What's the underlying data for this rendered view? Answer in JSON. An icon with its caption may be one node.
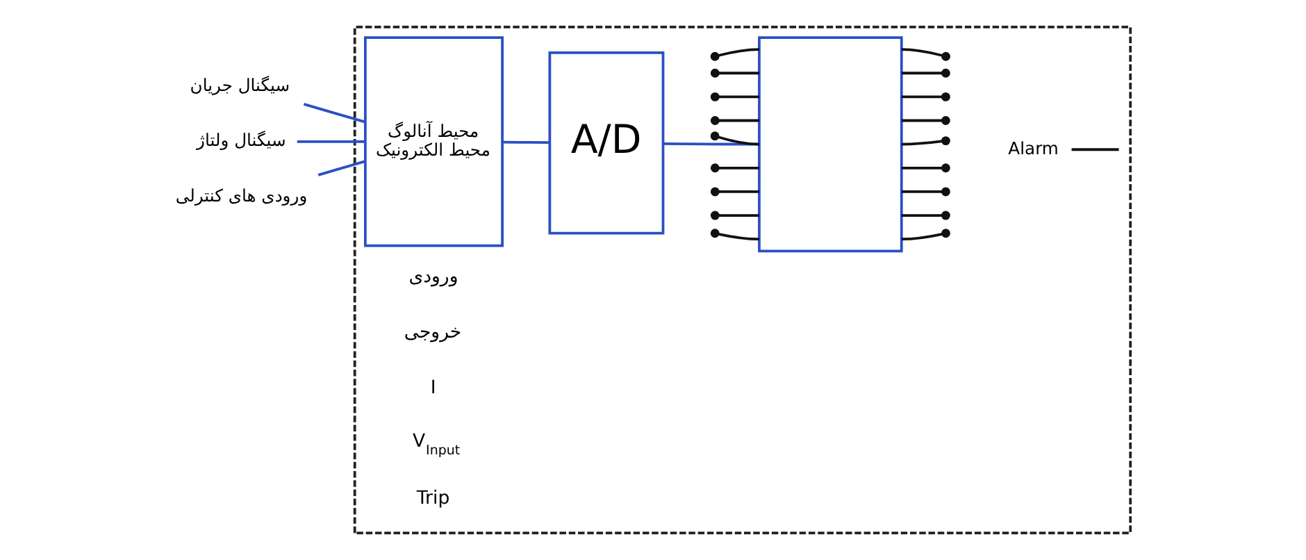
{
  "diagram": {
    "nodes": [
      {
        "text": [],
        "shape": "box"
      },
      {
        "text": [
          "سیگنال جریان"
        ]
      },
      {
        "text": [
          "سیگنال ولتاژ"
        ]
      },
      {
        "text": [
          "ورودی های کنترلی"
        ]
      },
      {
        "text": [
          "محیط آنالوگ",
          "محیط الکترونیک"
        ],
        "in": 0
      },
      {
        "text": [
          "A/D"
        ],
        "in": 0
      },
      {
        "text": [],
        "shape": "box",
        "in": 0
      },
      {
        "text": [
          "Alarm"
        ],
        "in": 0
      }
    ],
    "edges": [
      {
        "from": 1,
        "to": 4,
        "arrow": "none",
        "color": "#2b4fc4"
      },
      {
        "from": 2,
        "to": 4,
        "arrow": "none",
        "color": "#2b4fc4"
      },
      {
        "from": 3,
        "to": 4,
        "arrow": "none",
        "color": "#2b4fc4"
      },
      {
        "from": 4,
        "to": 5,
        "arrow": "none",
        "color": "#2b4fc4"
      },
      {
        "from": 5,
        "to": 6,
        "arrow": "none",
        "color": "#2b4fc4"
      },
      {
        "from": null,
        "to": 6,
        "arrow": "other"
      },
      {
        "from": null,
        "to": 6,
        "arrow": "other"
      },
      {
        "from": null,
        "to": 6,
        "arrow": "other"
      },
      {
        "from": null,
        "to": 6,
        "arrow": "other"
      },
      {
        "from": null,
        "to": 6,
        "arrow": "other"
      },
      {
        "from": null,
        "to": 6,
        "arrow": "other"
      },
      {
        "from": null,
        "to": 6,
        "arrow": "other"
      },
      {
        "from": null,
        "to": 6,
        "arrow": "other"
      },
      {
        "from": null,
        "to": 6,
        "arrow": "other"
      },
      {
        "from": 6,
        "to": null,
        "arrow": "other"
      },
      {
        "from": 6,
        "to": null,
        "arrow": "other"
      },
      {
        "from": 6,
        "to": null,
        "arrow": "other"
      },
      {
        "from": 6,
        "to": null,
        "arrow": "other"
      },
      {
        "from": 6,
        "to": null,
        "arrow": "other"
      },
      {
        "from": 6,
        "to": null,
        "arrow": "other"
      },
      {
        "from": 6,
        "to": null,
        "arrow": "other"
      },
      {
        "from": 6,
        "to": null,
        "arrow": "other"
      },
      {
        "from": 6,
        "to": null,
        "arrow": "other"
      },
      {
        "from": 7,
        "to": null,
        "arrow": "none"
      }
    ],
    "labels": [
      "ورودی",
      "خروجی",
      "I",
      "V$_{Input}$",
      "Trip"
    ]
  }
}
